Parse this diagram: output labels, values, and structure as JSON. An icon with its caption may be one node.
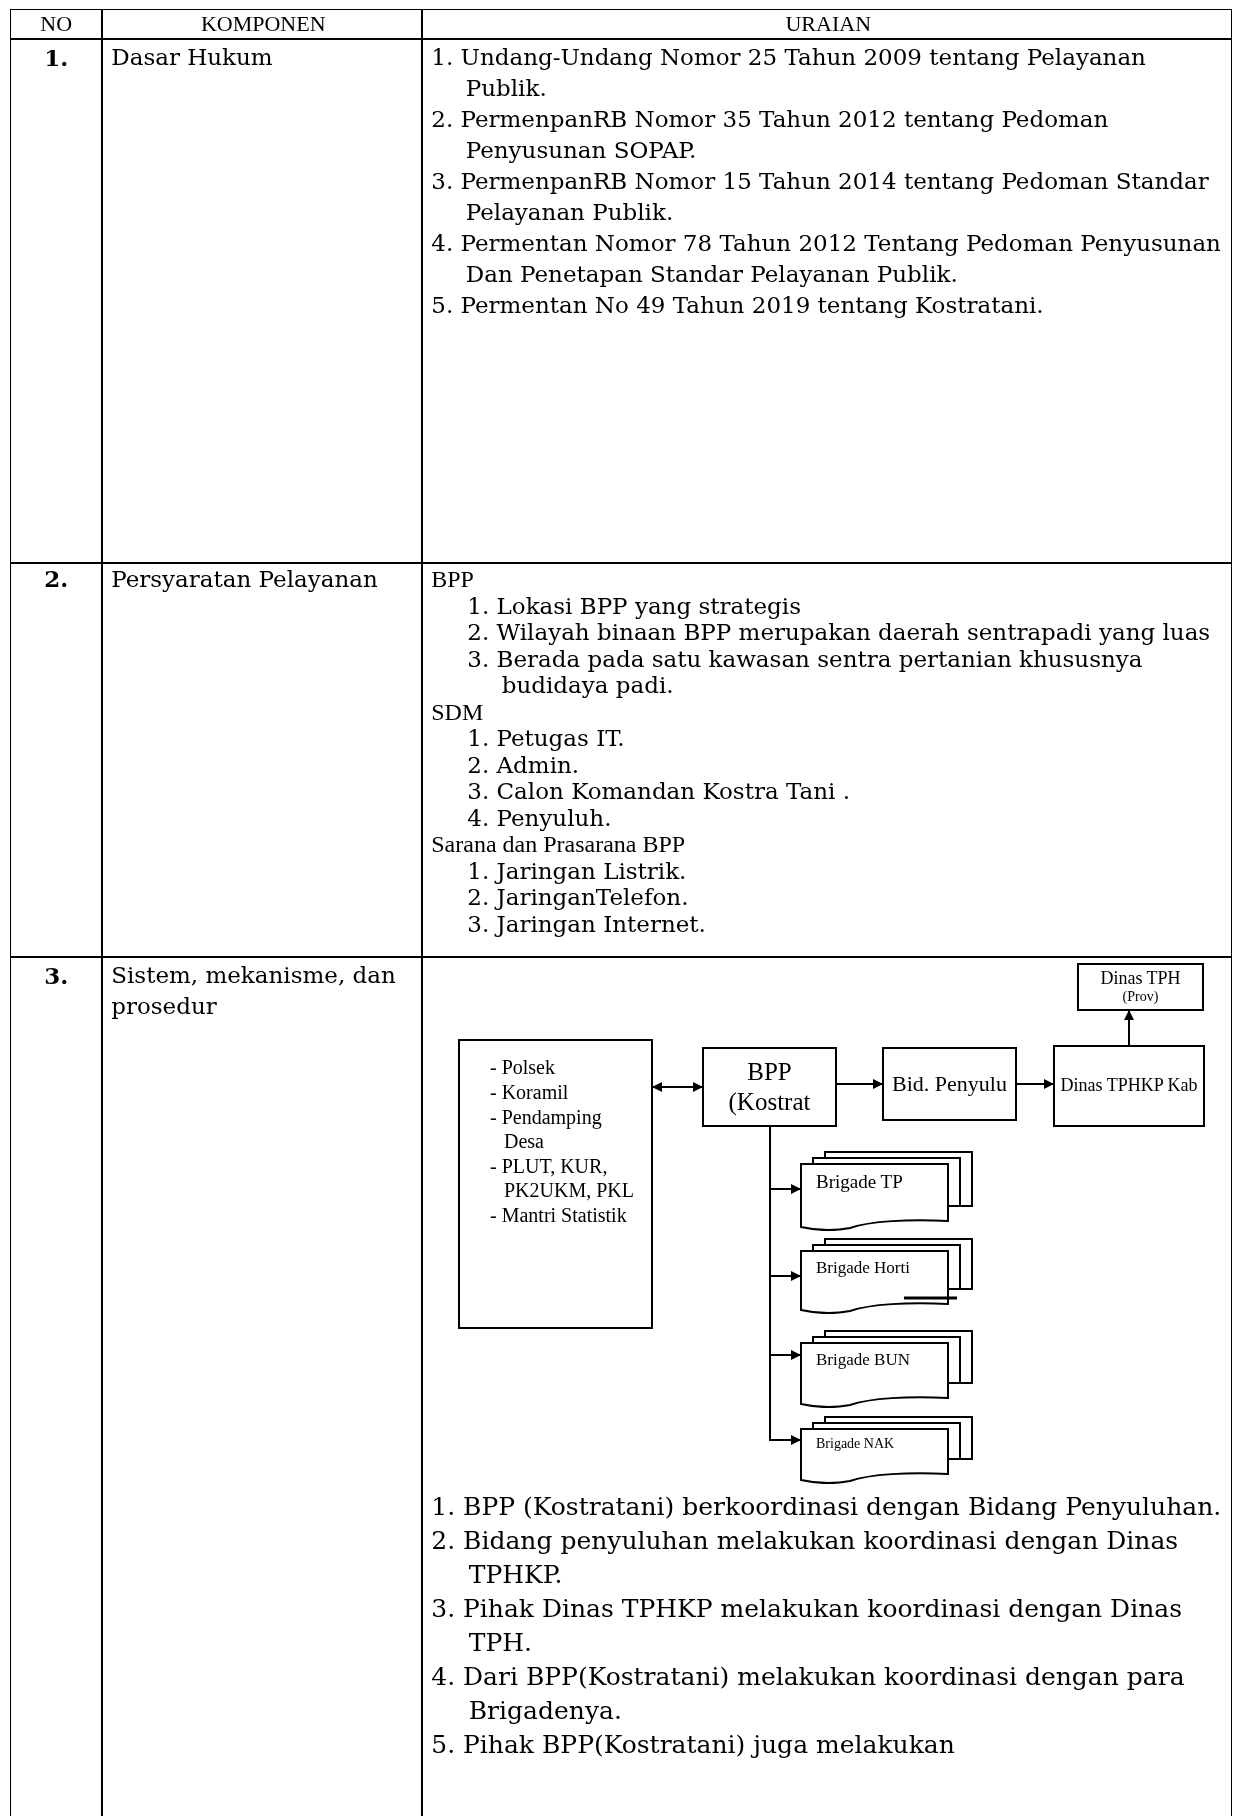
{
  "diagram": {
    "nodes": [
      {
        "text": [
          "Dinas TPH",
          "(Prov)"
        ]
      },
      {
        "text": [
          "- Polsek",
          "- Koramil",
          "- Pendamping Desa",
          "- PLUT, KUR, PK2UKM, PKL",
          "- Mantri Statistik"
        ]
      },
      {
        "text": [
          "BPP (Kostrat"
        ]
      },
      {
        "text": [
          "Bid. Penyulu"
        ]
      },
      {
        "text": [
          "Dinas TPHKP Kab"
        ]
      },
      {
        "text": [
          "Brigade TP"
        ]
      },
      {
        "text": [
          "Brigade Horti"
        ]
      },
      {
        "text": [
          "Brigade BUN"
        ]
      },
      {
        "text": [
          "Brigade NAK"
        ]
      }
    ],
    "edges": [
      {
        "from": 1,
        "to": 2,
        "arrow": "both"
      },
      {
        "from": 2,
        "to": 3,
        "arrow": "to"
      },
      {
        "from": 3,
        "to": 4,
        "arrow": "to"
      },
      {
        "from": 4,
        "to": 0,
        "arrow": "to"
      },
      {
        "from": 2,
        "to": 5,
        "arrow": "to"
      },
      {
        "from": 2,
        "to": 6,
        "arrow": "to"
      },
      {
        "from": 2,
        "to": 7,
        "arrow": "to"
      },
      {
        "from": 2,
        "to": 8,
        "arrow": "to"
      }
    ],
    "labels": [
      "NO",
      "KOMPONEN",
      "URAIAN",
      "1.",
      "Dasar Hukum",
      "1. Undang-Undang Nomor 25 Tahun 2009 tentang Pelayanan Publik.",
      "2. PermenpanRB Nomor 35 Tahun 2012 tentang Pedoman Penyusunan SOPAP.",
      "3. PermenpanRB Nomor 15 Tahun 2014 tentang Pedoman Standar Pelayanan Publik.",
      "4. Permentan Nomor 78 Tahun 2012 Tentang Pedoman Penyusunan Dan Penetapan Standar Pelayanan Publik.",
      "5. Permentan No 49 Tahun 2019 tentang Kostratani.",
      "2.",
      "Persyaratan Pelayanan",
      "BPP",
      "1. Lokasi BPP yang strategis",
      "2. Wilayah binaan BPP merupakan daerah sentrapadi yang luas",
      "3. Berada pada satu kawasan sentra pertanian khususnya budidaya padi.",
      "SDM",
      "1. Petugas IT.",
      "2. Admin.",
      "3. Calon Komandan Kostra Tani .",
      "4. Penyuluh.",
      "Sarana dan Prasarana BPP",
      "1. Jaringan Listrik.",
      "2. JaringanTelefon.",
      "3. Jaringan Internet.",
      "3.",
      "Sistem, mekanisme, dan prosedur",
      "1. BPP (Kostratani) berkoordinasi dengan Bidang Penyuluhan.",
      "2. Bidang penyuluhan melakukan koordinasi dengan Dinas TPHKP.",
      "3. Pihak Dinas TPHKP melakukan koordinasi dengan Dinas TPH.",
      "4. Dari BPP(Kostratani) melakukan koordinasi dengan para Brigadenya.",
      "5. Pihak BPP(Kostratani) juga melakukan"
    ]
  }
}
